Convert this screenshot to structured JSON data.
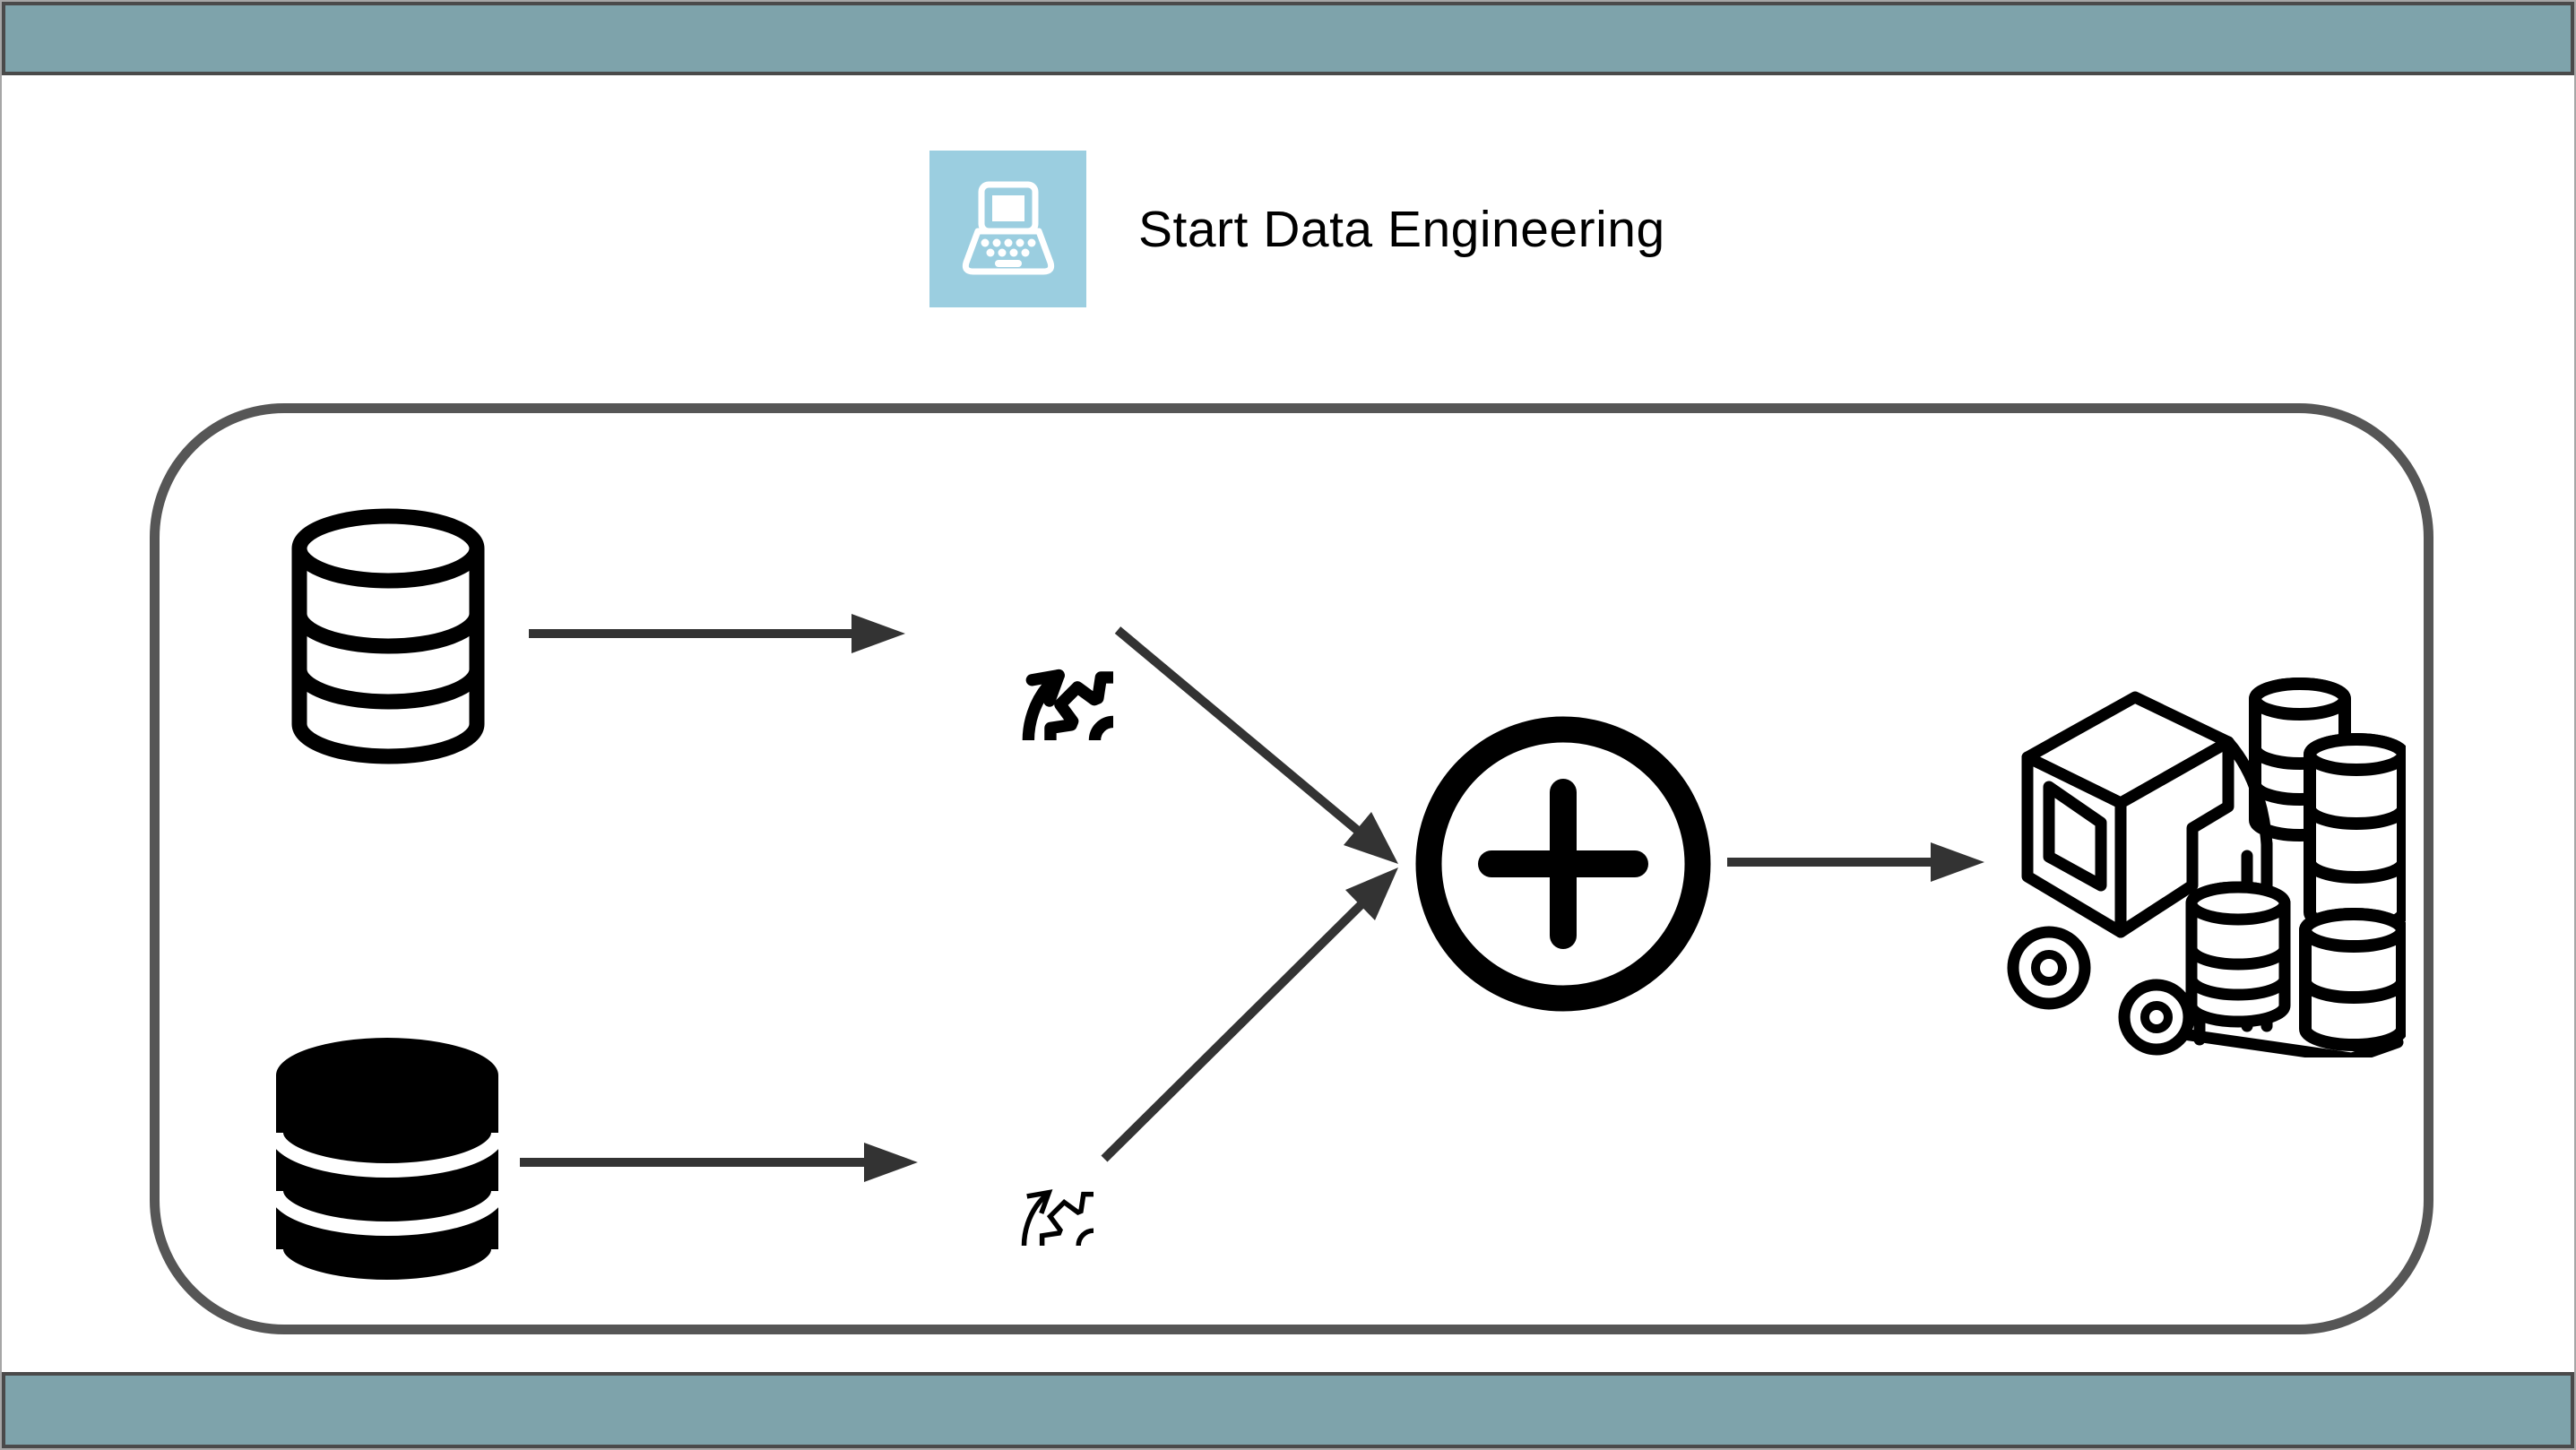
{
  "header": {
    "title": "Start Data Engineering",
    "logo_icon": "laptop-icon",
    "logo_background": "#9BCEE0"
  },
  "banners": {
    "top_bar_color": "#7EA3AB",
    "bottom_bar_color": "#7EA3AB",
    "bar_border_color": "#4A4A4A"
  },
  "diagram": {
    "container": {
      "shape": "rounded-rectangle",
      "border_color": "#565656"
    },
    "nodes": [
      {
        "id": "source-db-top",
        "icon": "database-outline-icon",
        "style": "outlined"
      },
      {
        "id": "source-db-bottom",
        "icon": "database-filled-icon",
        "style": "filled"
      },
      {
        "id": "process-top",
        "icon": "gear-sync-arrows-icon",
        "style": "thick-outline"
      },
      {
        "id": "process-bottom",
        "icon": "gear-sync-arrows-icon",
        "style": "thin-outline"
      },
      {
        "id": "merge",
        "icon": "plus-circle-icon",
        "style": "thick-outline"
      },
      {
        "id": "warehouse",
        "icon": "forklift-barrels-icon",
        "style": "outlined"
      }
    ],
    "edges": [
      {
        "from": "source-db-top",
        "to": "process-top",
        "direction": "right"
      },
      {
        "from": "source-db-bottom",
        "to": "process-bottom",
        "direction": "right"
      },
      {
        "from": "process-top",
        "to": "merge",
        "direction": "down-right"
      },
      {
        "from": "process-bottom",
        "to": "merge",
        "direction": "up-right"
      },
      {
        "from": "merge",
        "to": "warehouse",
        "direction": "right"
      }
    ],
    "arrow_color": "#333333",
    "icon_color": "#000000"
  }
}
